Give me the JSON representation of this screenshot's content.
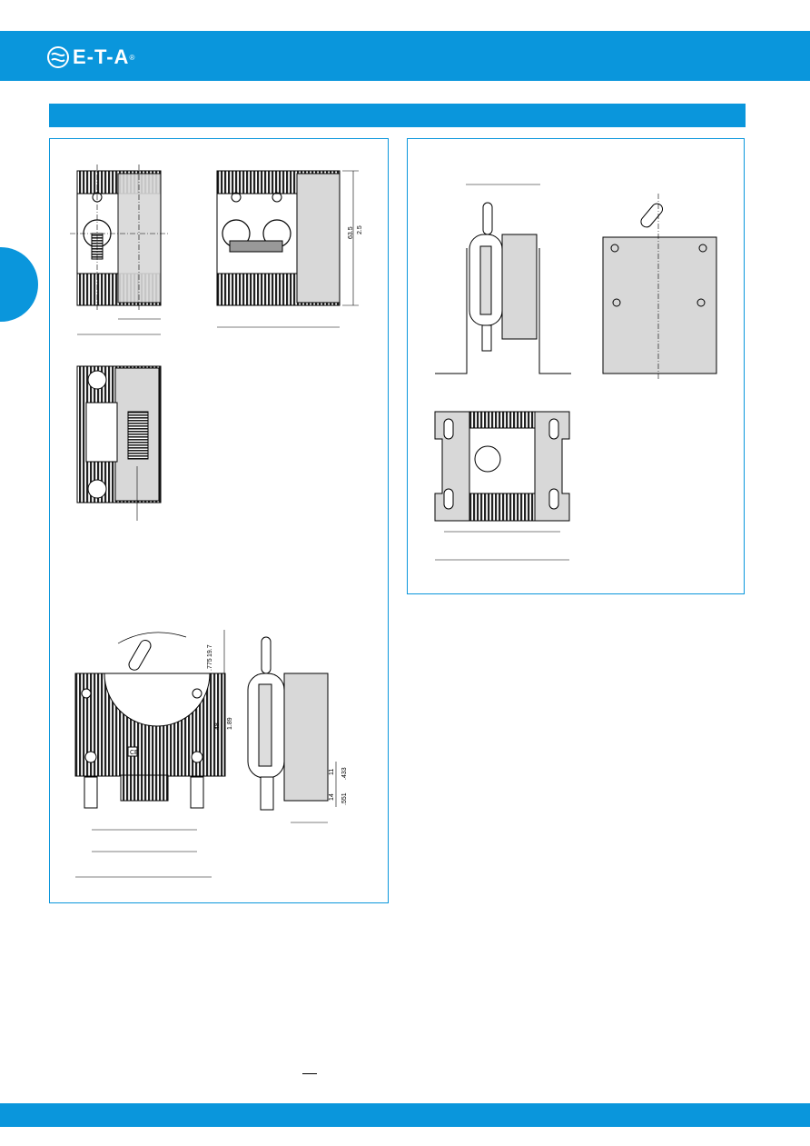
{
  "brand": {
    "name": "E-T-A",
    "registered_mark": "®",
    "logo_icon": "eta-swirl-icon",
    "color_primary": "#0a96dc"
  },
  "figure_left": {
    "dim_height_1": "63.5",
    "dim_height_2": "2.5",
    "dim_lever_1": "19.7",
    "dim_lever_2": ".775",
    "dim_body_1": "48",
    "dim_body_2": "1.89",
    "dim_term_1": "11",
    "dim_term_2": ".433",
    "dim_term_3": "14",
    "dim_term_4": ".551",
    "ce_mark": "CE"
  }
}
